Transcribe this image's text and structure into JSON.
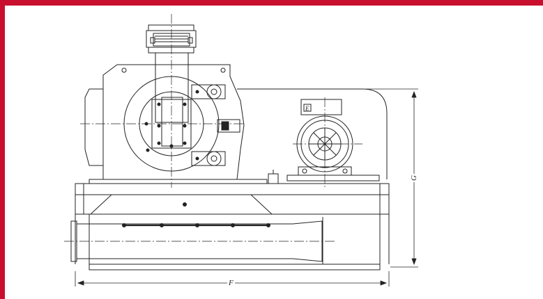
{
  "frame": {
    "accent_color": "#c8102e",
    "line_color": "#222222"
  },
  "dimensions": {
    "width_label": "F",
    "height_label": "G"
  },
  "components": {
    "motor_terminal_mark": "E"
  }
}
